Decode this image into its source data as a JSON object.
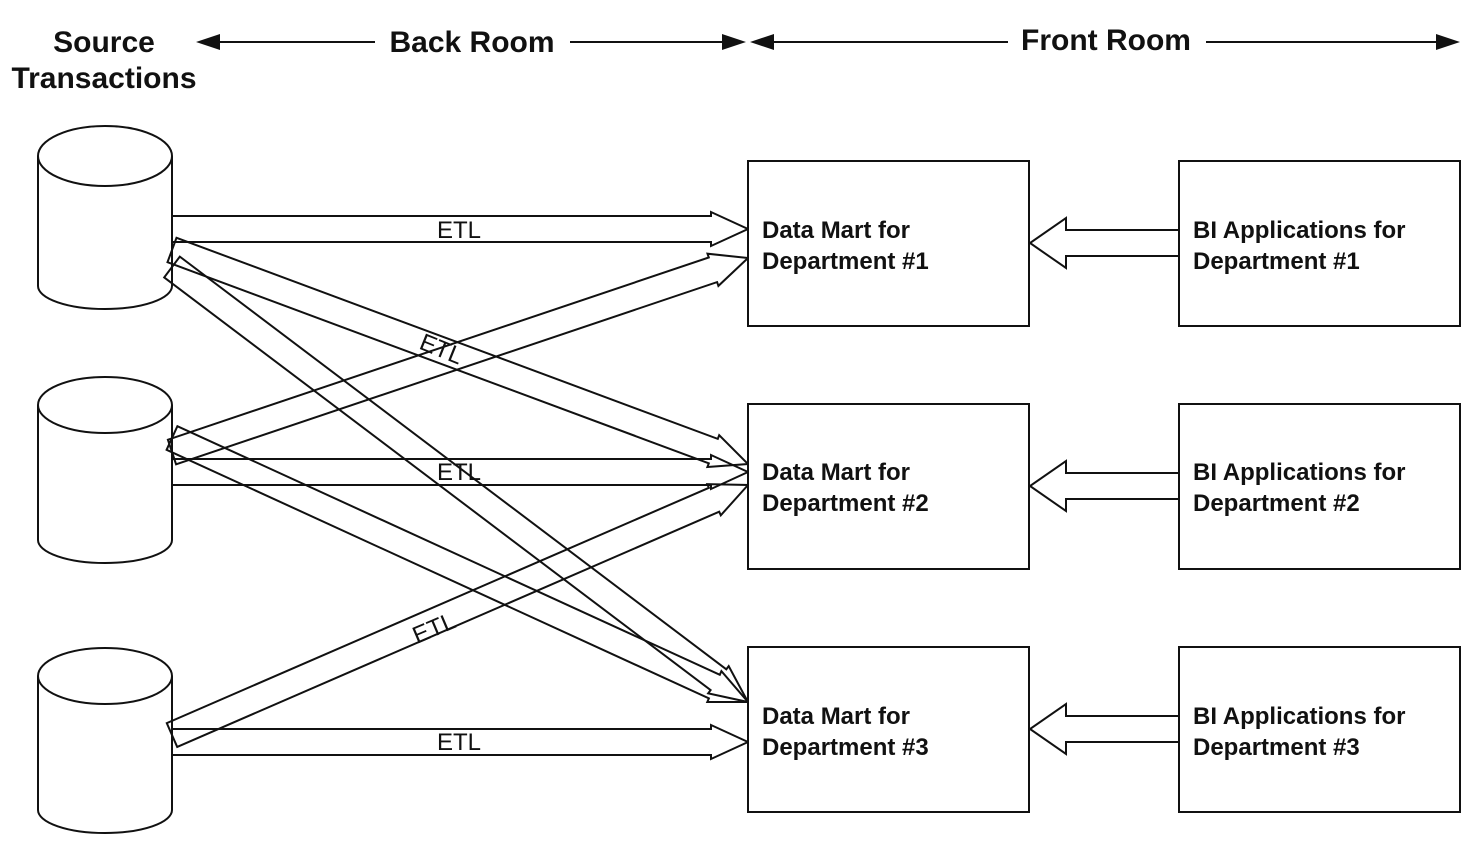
{
  "headers": {
    "source": [
      "Source",
      "Transactions"
    ],
    "back_room": "Back Room",
    "front_room": "Front Room"
  },
  "etl_label": "ETL",
  "data_marts": [
    [
      "Data Mart for",
      "Department #1"
    ],
    [
      "Data Mart for",
      "Department #2"
    ],
    [
      "Data Mart for",
      "Department #3"
    ]
  ],
  "bi_apps": [
    [
      "BI Applications for",
      "Department #1"
    ],
    [
      "BI Applications for",
      "Department #2"
    ],
    [
      "BI Applications for",
      "Department #3"
    ]
  ]
}
